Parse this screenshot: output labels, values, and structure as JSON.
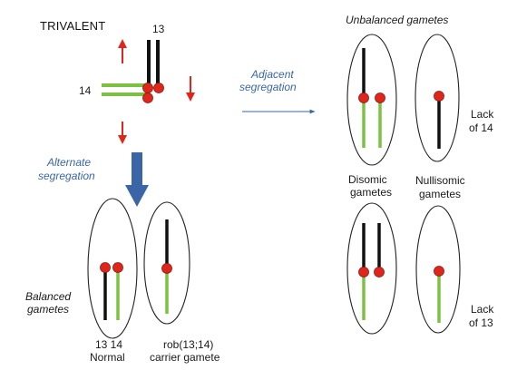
{
  "title": "TRIVALENT",
  "trivalent": {
    "chrom_13_label": "13",
    "chrom_14_label": "14"
  },
  "adjacent": {
    "label_line1": "Adjacent",
    "label_line2": "segregation"
  },
  "alternate": {
    "label_line1": "Alternate",
    "label_line2": "segregation"
  },
  "unbalanced": {
    "heading": "Unbalanced gametes",
    "disomic_line1": "Disomic",
    "disomic_line2": "gametes",
    "nullisomic_line1": "Nullisomic",
    "nullisomic_line2": "gametes",
    "lack14_line1": "Lack",
    "lack14_line2": "of 14",
    "lack13_line1": "Lack",
    "lack13_line2": "of 13"
  },
  "balanced": {
    "heading_line1": "Balanced",
    "heading_line2": "gametes",
    "normal_line1": "13 14",
    "normal_line2": "Normal",
    "rob_line1": "rob(13;14)",
    "rob_line2": "carrier gamete"
  },
  "colors": {
    "black_chromosome": "#111111",
    "green_chromosome": "#7cc242",
    "centromere": "#e0261b",
    "red_arrow": "#e0261b",
    "blue_arrow": "#3a66a8",
    "blue_text": "#3a66a8"
  }
}
